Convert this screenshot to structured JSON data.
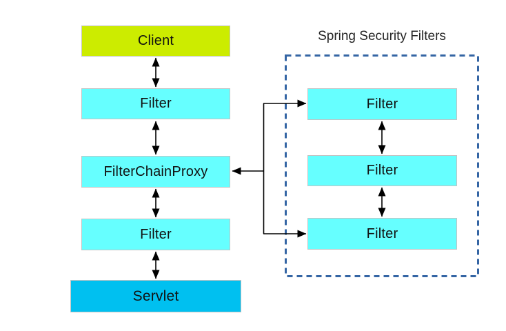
{
  "diagram": {
    "title": "Spring Security Filters",
    "nodes": {
      "client": {
        "label": "Client"
      },
      "filter_top": {
        "label": "Filter"
      },
      "filter_chain_proxy": {
        "label": "FilterChainProxy"
      },
      "filter_bottom": {
        "label": "Filter"
      },
      "servlet": {
        "label": "Servlet"
      },
      "security_filter_1": {
        "label": "Filter"
      },
      "security_filter_2": {
        "label": "Filter"
      },
      "security_filter_3": {
        "label": "Filter"
      }
    },
    "colors": {
      "client_fill": "#ccec00",
      "filter_fill": "#66ffff",
      "servlet_fill": "#00c0f0",
      "box_border": "#c3c3c3",
      "dashed_border": "#3465a4",
      "arrow": "#000000",
      "background": "#ffffff"
    }
  }
}
